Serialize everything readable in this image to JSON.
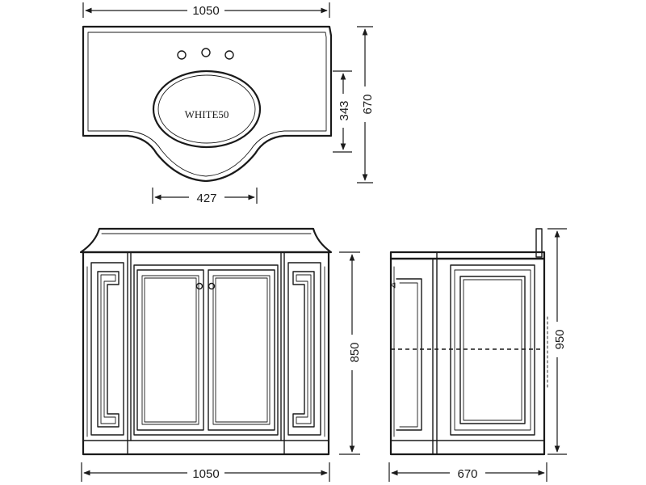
{
  "top_view": {
    "width_label": "1050",
    "depth_label": "670",
    "basin_depth_label": "343",
    "basin_width_label": "427",
    "basin_name": "WHITE50"
  },
  "front_view": {
    "width_label": "1050",
    "height_label": "850"
  },
  "side_view": {
    "depth_label": "670",
    "height_label": "950"
  }
}
